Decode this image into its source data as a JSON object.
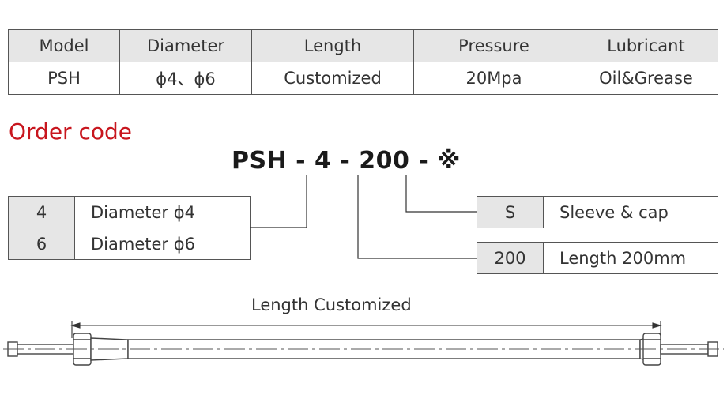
{
  "spec_table": {
    "headers": [
      "Model",
      "Diameter",
      "Length",
      "Pressure",
      "Lubricant"
    ],
    "values": [
      "PSH",
      "ϕ4、ϕ6",
      "Customized",
      "20Mpa",
      "Oil&Grease"
    ]
  },
  "order_section": {
    "title": "Order code",
    "code": "PSH - 4 - 200 - ※"
  },
  "diameter_options": [
    {
      "code": "4",
      "desc": "Diameter ϕ4"
    },
    {
      "code": "6",
      "desc": "Diameter ϕ6"
    }
  ],
  "option_sleeve": {
    "code": "S",
    "desc": "Sleeve & cap"
  },
  "option_length": {
    "code": "200",
    "desc": "Length 200mm"
  },
  "drawing": {
    "dimension_label": "Length Customized"
  }
}
